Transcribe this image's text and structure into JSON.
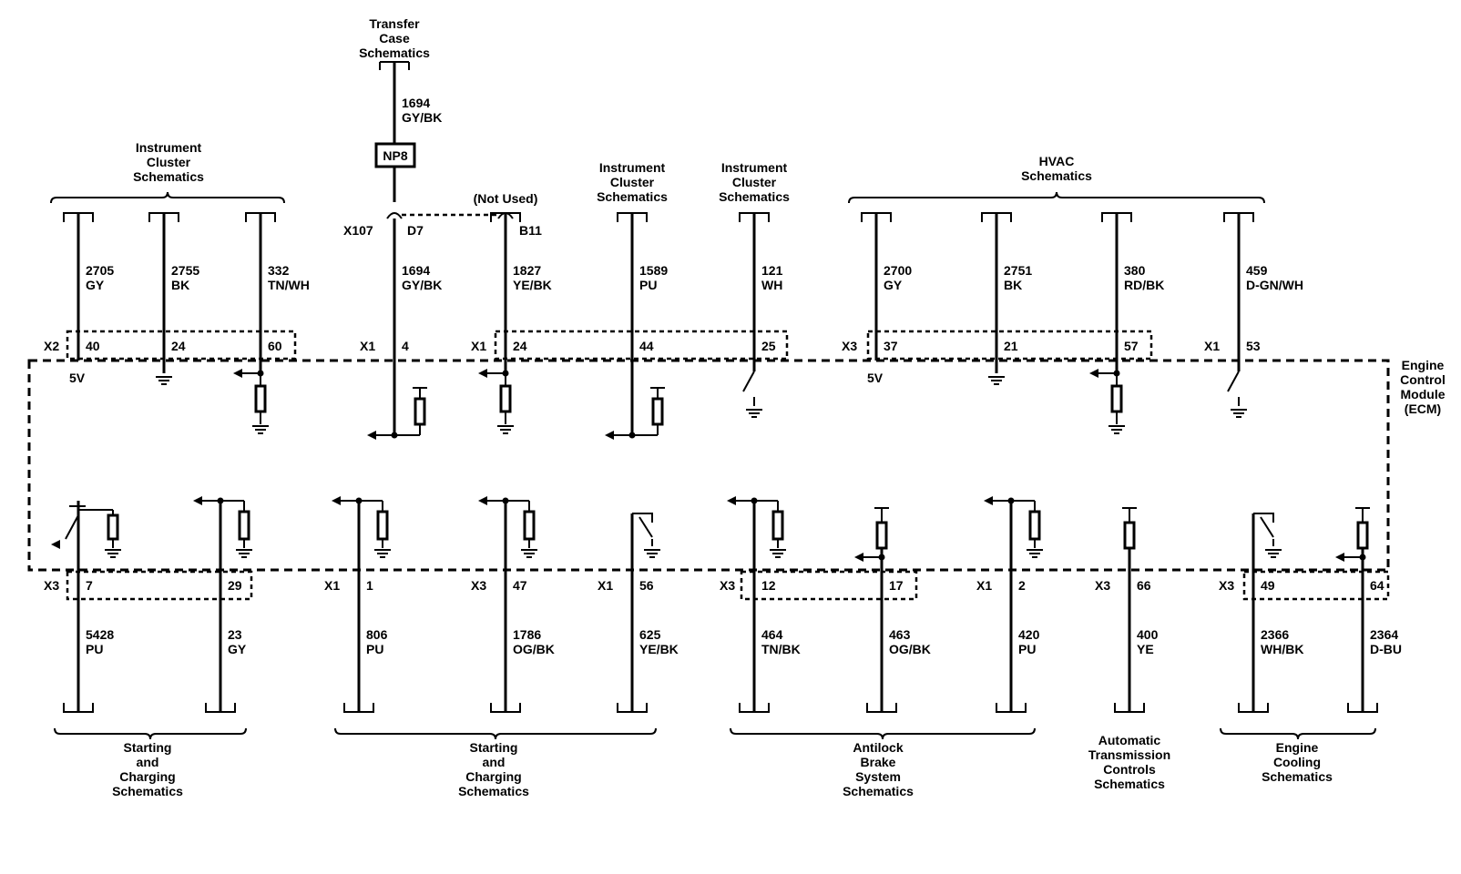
{
  "module": {
    "lines": [
      "Engine",
      "Control",
      "Module",
      "(ECM)"
    ]
  },
  "transfer_case": {
    "lines": [
      "Transfer",
      "Case",
      "Schematics"
    ],
    "wire": "1694",
    "color": "GY/BK",
    "splice": "NP8",
    "connector": "X107",
    "pin_a": "D7",
    "pin_b": "B11",
    "not_used": "(Not Used)"
  },
  "top_groups": [
    {
      "lines": [
        "Instrument",
        "Cluster",
        "Schematics"
      ]
    },
    {
      "lines": [
        "Instrument",
        "Cluster",
        "Schematics"
      ]
    },
    {
      "lines": [
        "Instrument",
        "Cluster",
        "Schematics"
      ]
    },
    {
      "lines": [
        "HVAC",
        "Schematics"
      ]
    }
  ],
  "top_circuits": [
    {
      "circuit": "2705",
      "color": "GY",
      "connector": "X2",
      "pin": "40",
      "note": "5V"
    },
    {
      "circuit": "2755",
      "color": "BK",
      "connector": "",
      "pin": "24",
      "note": ""
    },
    {
      "circuit": "332",
      "color": "TN/WH",
      "connector": "",
      "pin": "60",
      "note": ""
    },
    {
      "circuit": "1694",
      "color": "GY/BK",
      "connector": "X1",
      "pin": "4",
      "note": ""
    },
    {
      "circuit": "1827",
      "color": "YE/BK",
      "connector": "X1",
      "pin": "24",
      "note": ""
    },
    {
      "circuit": "1589",
      "color": "PU",
      "connector": "",
      "pin": "44",
      "note": ""
    },
    {
      "circuit": "121",
      "color": "WH",
      "connector": "",
      "pin": "25",
      "note": ""
    },
    {
      "circuit": "2700",
      "color": "GY",
      "connector": "X3",
      "pin": "37",
      "note": "5V"
    },
    {
      "circuit": "2751",
      "color": "BK",
      "connector": "",
      "pin": "21",
      "note": ""
    },
    {
      "circuit": "380",
      "color": "RD/BK",
      "connector": "",
      "pin": "57",
      "note": ""
    },
    {
      "circuit": "459",
      "color": "D-GN/WH",
      "connector": "X1",
      "pin": "53",
      "note": ""
    }
  ],
  "bottom_circuits": [
    {
      "circuit": "5428",
      "color": "PU",
      "connector": "X3",
      "pin": "7"
    },
    {
      "circuit": "23",
      "color": "GY",
      "connector": "",
      "pin": "29"
    },
    {
      "circuit": "806",
      "color": "PU",
      "connector": "X1",
      "pin": "1"
    },
    {
      "circuit": "1786",
      "color": "OG/BK",
      "connector": "X3",
      "pin": "47"
    },
    {
      "circuit": "625",
      "color": "YE/BK",
      "connector": "X1",
      "pin": "56"
    },
    {
      "circuit": "464",
      "color": "TN/BK",
      "connector": "X3",
      "pin": "12"
    },
    {
      "circuit": "463",
      "color": "OG/BK",
      "connector": "",
      "pin": "17"
    },
    {
      "circuit": "420",
      "color": "PU",
      "connector": "X1",
      "pin": "2"
    },
    {
      "circuit": "400",
      "color": "YE",
      "connector": "X3",
      "pin": "66"
    },
    {
      "circuit": "2366",
      "color": "WH/BK",
      "connector": "X3",
      "pin": "49"
    },
    {
      "circuit": "2364",
      "color": "D-BU",
      "connector": "",
      "pin": "64"
    }
  ],
  "bottom_groups": [
    {
      "lines": [
        "Starting",
        "and",
        "Charging",
        "Schematics"
      ]
    },
    {
      "lines": [
        "Starting",
        "and",
        "Charging",
        "Schematics"
      ]
    },
    {
      "lines": [
        "Antilock",
        "Brake",
        "System",
        "Schematics"
      ]
    },
    {
      "lines": [
        "Automatic",
        "Transmission",
        "Controls",
        "Schematics"
      ]
    },
    {
      "lines": [
        "Engine",
        "Cooling",
        "Schematics"
      ]
    }
  ]
}
